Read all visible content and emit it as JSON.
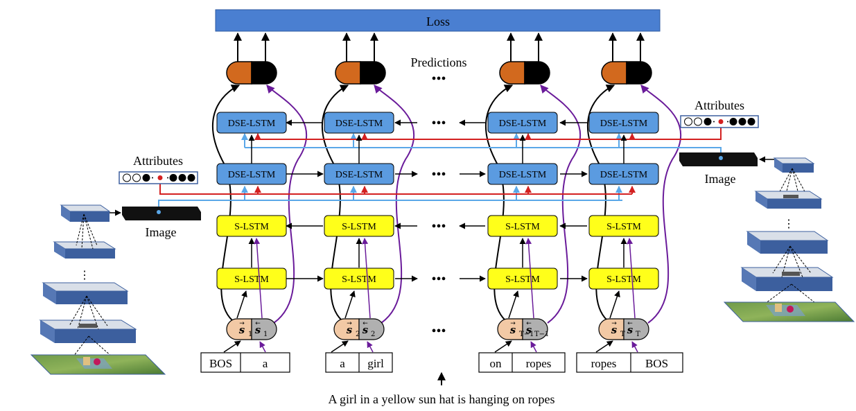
{
  "loss": "Loss",
  "predictions": "Predictions",
  "attributes_label": "Attributes",
  "image_label": "Image",
  "dse_label": "DSE-LSTM",
  "s_label": "S-LSTM",
  "ellipsis": "•••",
  "caption": "A girl in a yellow sun hat is hanging on ropes",
  "columns": [
    {
      "s_fwd": "s",
      "s_bwd": "s",
      "sub_fwd": "1",
      "sub_bwd": "1",
      "w1": "BOS",
      "w2": "a"
    },
    {
      "s_fwd": "s",
      "s_bwd": "s",
      "sub_fwd": "2",
      "sub_bwd": "2",
      "w1": "a",
      "w2": "girl"
    },
    {
      "s_fwd": "s",
      "s_bwd": "s",
      "sub_fwd": "T−1",
      "sub_bwd": "T−1",
      "w1": "on",
      "w2": "ropes"
    },
    {
      "s_fwd": "s",
      "s_bwd": "s",
      "sub_fwd": "T",
      "sub_bwd": "T",
      "w1": "ropes",
      "w2": "BOS"
    }
  ],
  "colors": {
    "loss_fill": "#4a7fd1",
    "dse_fill": "#5b9be0",
    "s_fill": "#ffff1a",
    "pred_orange": "#d2691e",
    "pred_black": "#000000",
    "state_fwd": "#f2c9a5",
    "state_bwd": "#b0b0b0",
    "red": "#d32020",
    "blue_line": "#5aa7e8",
    "purple": "#6a1b9a",
    "layer_top": "#d9dfe8",
    "layer_side": "#3c5f9e"
  },
  "icons": [
    "arrow-icon",
    "image-feature-bar-icon",
    "cnn-stack-icon",
    "attribute-vector-icon"
  ]
}
